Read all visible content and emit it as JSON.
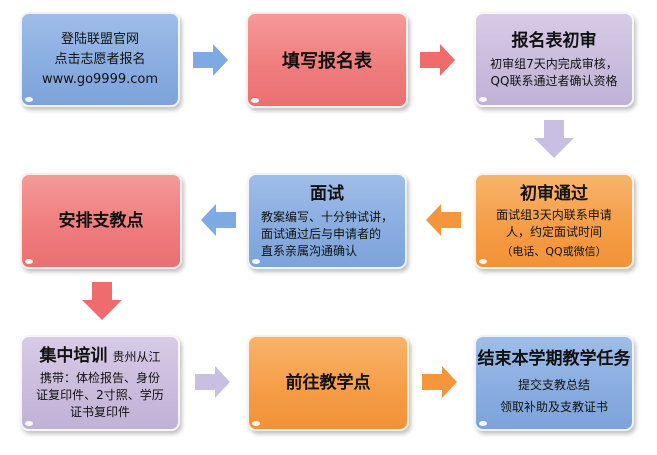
{
  "steps": {
    "s1": {
      "lines": [
        "登陆联盟官网",
        "点击志愿者报名",
        "www.go9999.com"
      ],
      "color": "#88ace0"
    },
    "s2": {
      "title": "填写报名表",
      "color": "#ef7b7c"
    },
    "s3": {
      "title": "报名表初审",
      "lines": [
        "初审组7天内完成审核，",
        "QQ联系通过者确认资格"
      ],
      "color": "#c8bbdc"
    },
    "s4": {
      "title": "初审通过",
      "lines": [
        "面试组3天内联系申请",
        "人，约定面试时间",
        "（电话、QQ或微信）"
      ],
      "color": "#f59c45"
    },
    "s5": {
      "title": "面试",
      "lines": [
        "教案编写、十分钟试讲，",
        "面试通过后与申请者的",
        "直系亲属沟通确认"
      ],
      "color": "#88ace0"
    },
    "s6": {
      "title": "安排支教点",
      "color": "#ef7b7c"
    },
    "s7": {
      "title": "集中培训",
      "subtitle": "贵州从江",
      "lines": [
        "携带：体检报告、身份",
        "证复印件、2寸照、学历",
        "证书复印件"
      ],
      "color": "#c8bbdc"
    },
    "s8": {
      "title": "前往教学点",
      "color": "#f59c45"
    },
    "s9": {
      "title": "结束本学期教学任务",
      "lines": [
        "提交支教总结",
        "领取补助及支教证书"
      ],
      "color": "#88ace0"
    }
  },
  "arrows": [
    {
      "from": "s1",
      "to": "s2",
      "direction": "right",
      "color": "#7ea9e3"
    },
    {
      "from": "s2",
      "to": "s3",
      "direction": "right",
      "color": "#f06b6b"
    },
    {
      "from": "s3",
      "to": "s4",
      "direction": "down",
      "color": "#c9bfe2"
    },
    {
      "from": "s4",
      "to": "s5",
      "direction": "left",
      "color": "#f5953c"
    },
    {
      "from": "s5",
      "to": "s6",
      "direction": "left",
      "color": "#7ea9e3"
    },
    {
      "from": "s6",
      "to": "s7",
      "direction": "down",
      "color": "#f06b6b"
    },
    {
      "from": "s7",
      "to": "s8",
      "direction": "right",
      "color": "#c9bfe2"
    },
    {
      "from": "s8",
      "to": "s9",
      "direction": "right",
      "color": "#f5953c"
    }
  ]
}
